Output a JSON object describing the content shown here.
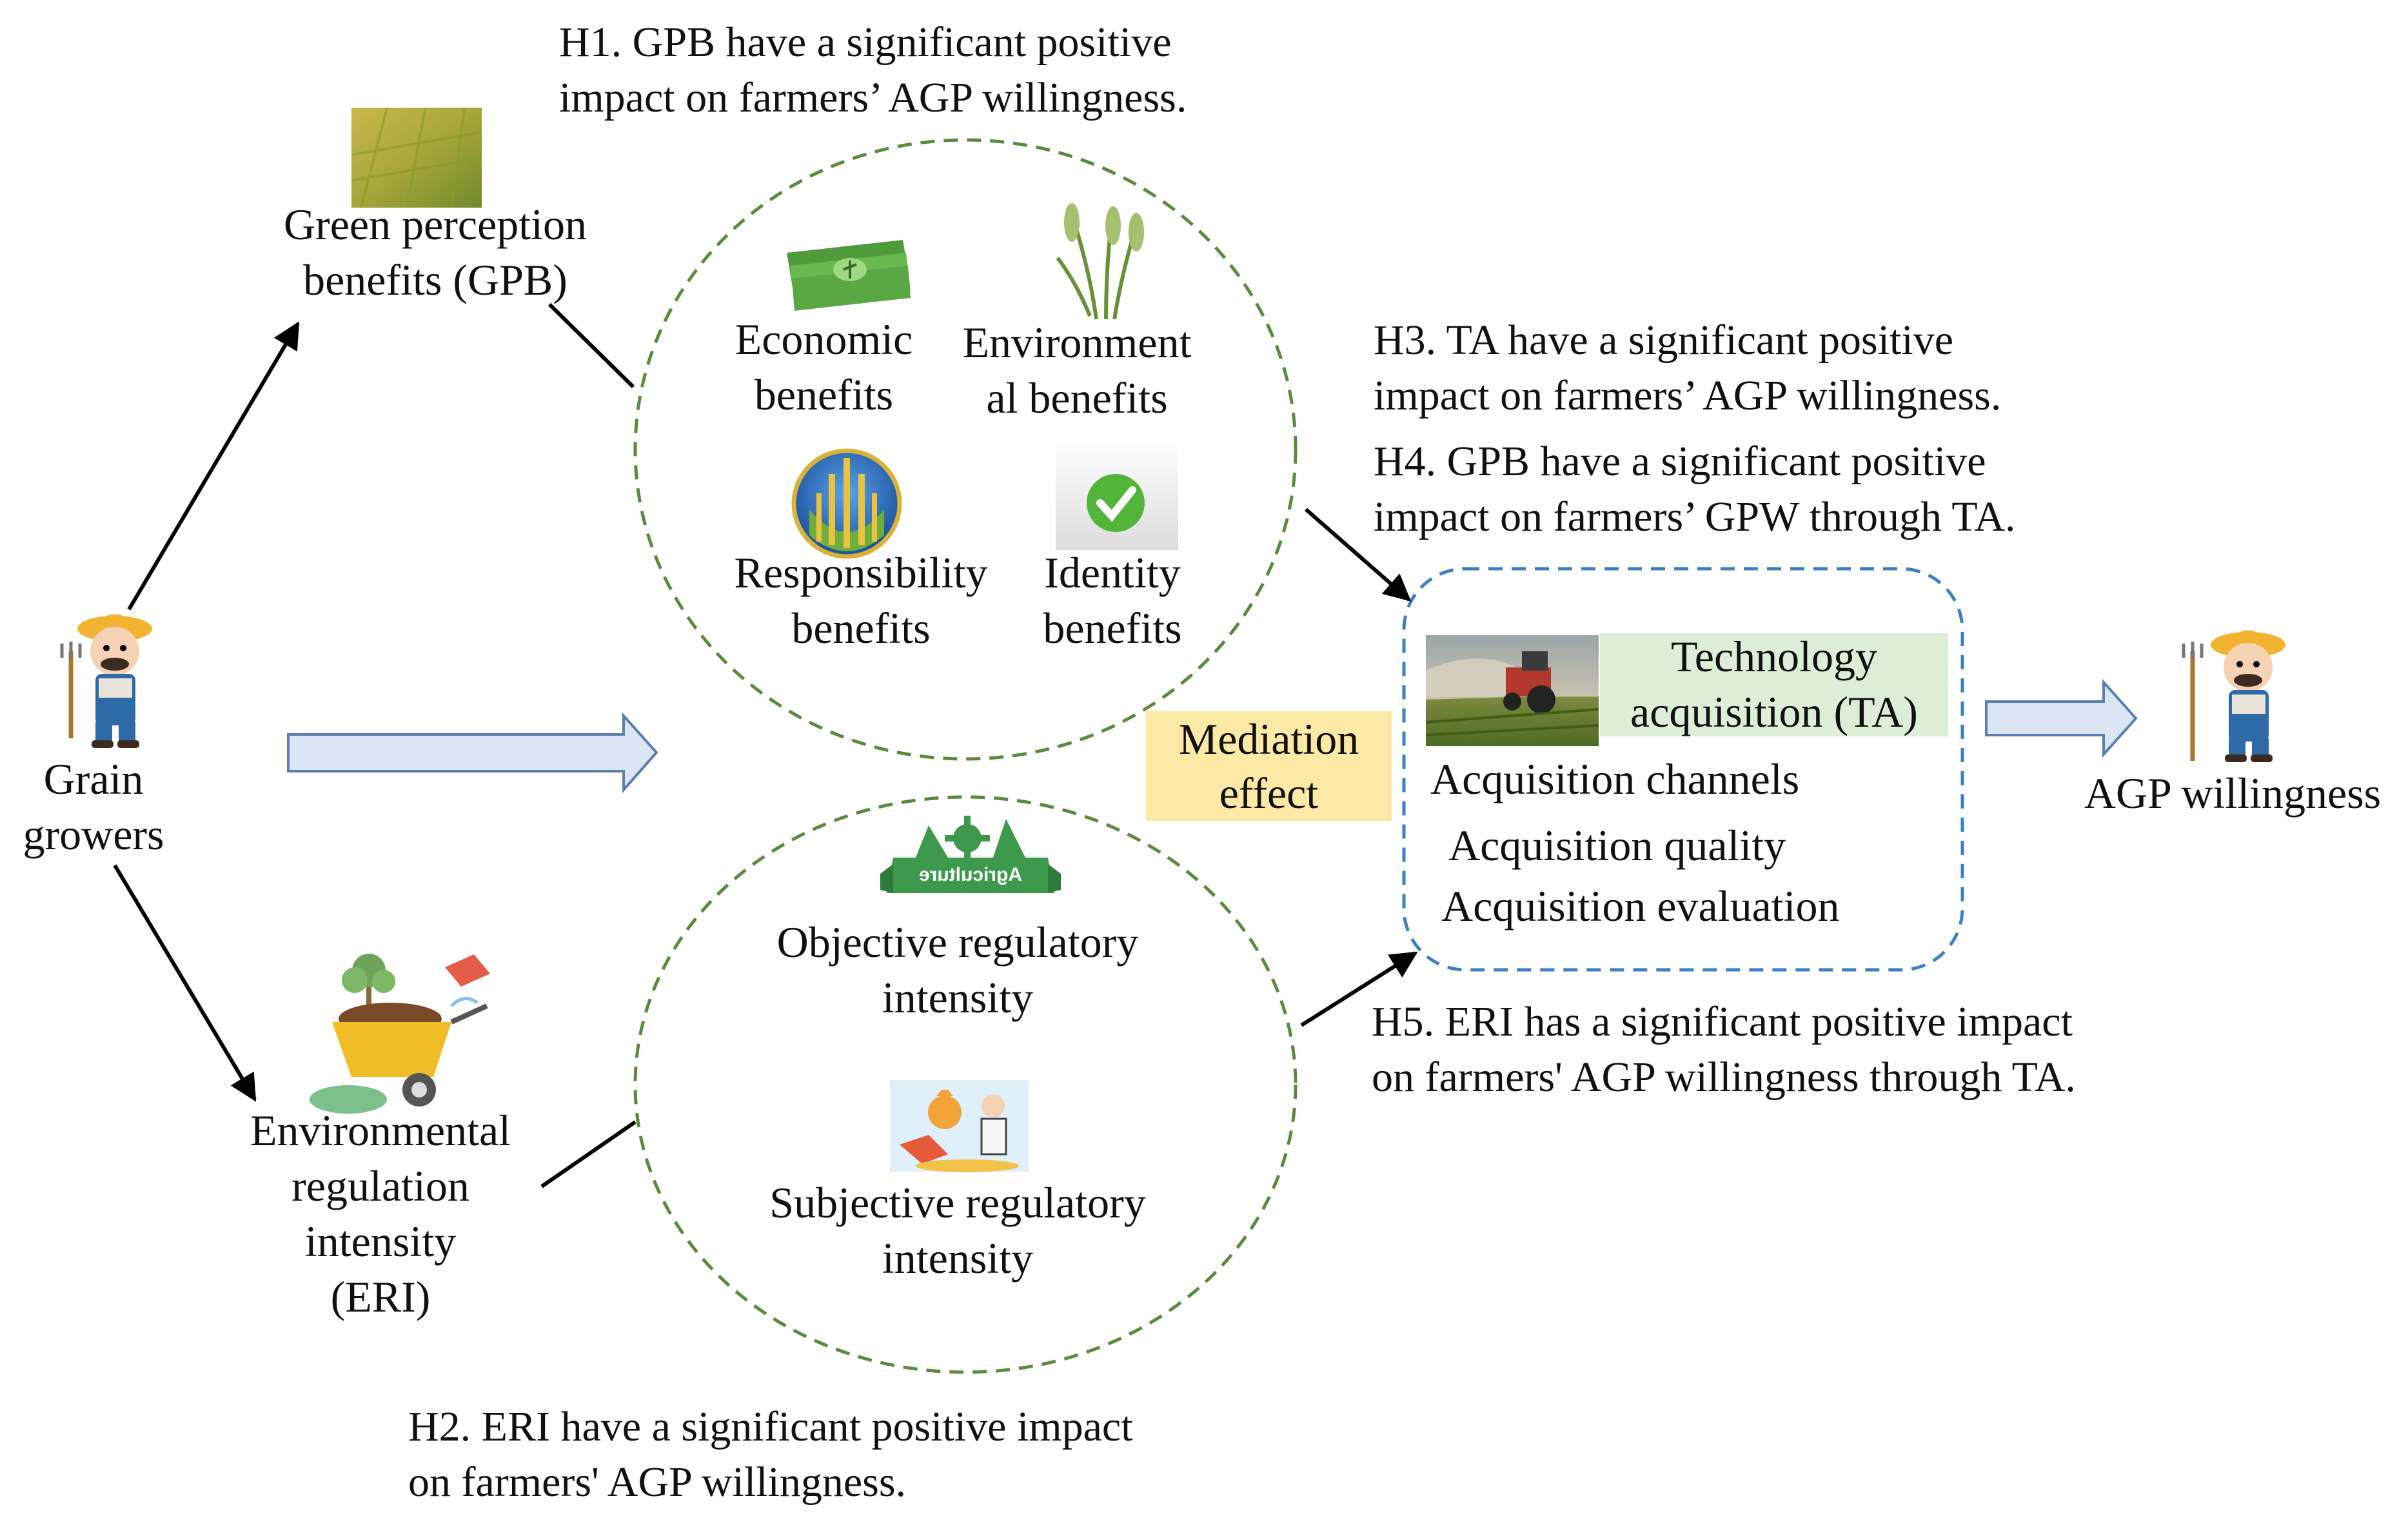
{
  "hypotheses": {
    "h1": [
      "H1. GPB have a significant positive",
      "impact on farmers’ AGP willingness."
    ],
    "h2": [
      "H2. ERI have a significant positive impact",
      "on farmers' AGP willingness."
    ],
    "h3": [
      "H3. TA have a significant positive",
      "impact on farmers’ AGP willingness."
    ],
    "h4": [
      "H4. GPB have a significant positive",
      "impact on farmers’ GPW through TA."
    ],
    "h5": [
      "H5. ERI has a significant positive impact",
      "on farmers' AGP willingness through TA."
    ]
  },
  "nodes": {
    "grain_growers": [
      "Grain",
      "growers"
    ],
    "gpb": [
      "Green perception",
      "benefits (GPB)"
    ],
    "eri": [
      "Environmental",
      "regulation",
      "intensity",
      "(ERI)"
    ],
    "ta_title": [
      "Technology",
      "acquisition (TA)"
    ],
    "ta_items": [
      "Acquisition channels",
      "Acquisition quality",
      "Acquisition evaluation"
    ],
    "mediation": [
      "Mediation",
      "effect"
    ],
    "agp": "AGP willingness"
  },
  "gpb_circle": {
    "economic": [
      "Economic",
      "benefits"
    ],
    "environmental": [
      "Environment",
      "al benefits"
    ],
    "responsibility": [
      "Responsibility",
      "benefits"
    ],
    "identity": [
      "Identity",
      "benefits"
    ]
  },
  "eri_circle": {
    "objective": [
      "Objective regulatory",
      "intensity"
    ],
    "subjective": [
      "Subjective regulatory",
      "intensity"
    ],
    "agriculture_badge": "Agriculture"
  },
  "colors": {
    "dashed_circle": "#5a8a3c",
    "ta_box_border": "#3b7fc4",
    "block_arrow_fill": "#dbe6f4",
    "block_arrow_stroke": "#5b7fb0",
    "mediation_fill": "#fde9a6",
    "ta_title_fill": "#dcefd6"
  },
  "icons": [
    "farmer-icon",
    "field-photo-icon",
    "money-icon",
    "wheat-icon",
    "responsibility-emblem-icon",
    "checkmark-icon",
    "wheelbarrow-plant-icon",
    "agriculture-badge-icon",
    "money-bag-handover-icon",
    "tractor-photo-icon"
  ]
}
